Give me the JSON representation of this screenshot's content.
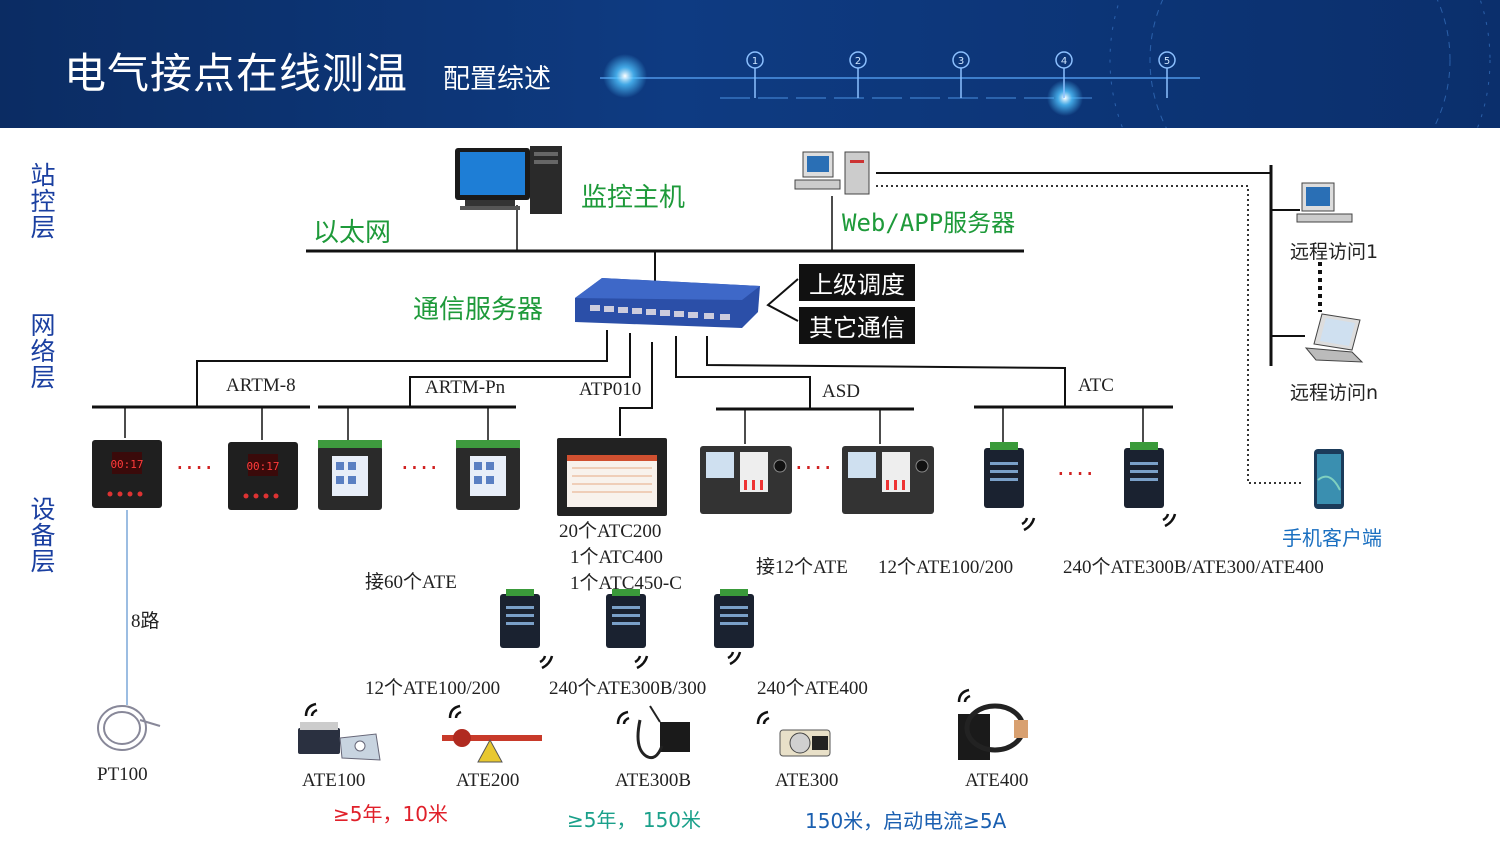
{
  "header": {
    "title": "电气接点在线测温",
    "subtitle": "配置综述",
    "step_numbers": [
      "1",
      "2",
      "3",
      "4",
      "5"
    ]
  },
  "layers": {
    "station": "站控层",
    "network": "网络层",
    "device": "设备层"
  },
  "labels": {
    "monitor_host": "监控主机",
    "ethernet": "以太网",
    "web_server": "Web/APP服务器",
    "comm_server": "通信服务器",
    "upper_dispatch": "上级调度",
    "other_comm": "其它通信",
    "remote1": "远程访问1",
    "remoten": "远程访问n",
    "mobile": "手机客户端"
  },
  "devices": {
    "artm8": "ARTM-8",
    "artmpn": "ARTM-Pn",
    "atp010": "ATP010",
    "asd": "ASD",
    "atc": "ATC",
    "dots": "····"
  },
  "notes": {
    "atp_line1": "20个ATC200",
    "atp_line2": "1个ATC400",
    "atp_line3": "1个ATC450-C",
    "artmpn_note": "接60个ATE",
    "asd_note": "接12个ATE",
    "asd_sensors": "12个ATE100/200",
    "atc_sensors": "240个ATE300B/ATE300/ATE400",
    "eight_way": "8路",
    "group1": "12个ATE100/200",
    "group2": "240个ATE300B/300",
    "group3": "240个ATE400"
  },
  "sensors": {
    "pt100": "PT100",
    "ate100": "ATE100",
    "ate200": "ATE200",
    "ate300b": "ATE300B",
    "ate300": "ATE300",
    "ate400": "ATE400"
  },
  "specs": {
    "spec1": "≥5年，10米",
    "spec2": "≥5年， 150米",
    "spec3": "150米，启动电流≥5A"
  },
  "colors": {
    "green": "#1e9a3a",
    "blue": "#1a3fa0",
    "red": "#e0202a",
    "teal": "#1aa08a",
    "header": "#0e3b82"
  }
}
